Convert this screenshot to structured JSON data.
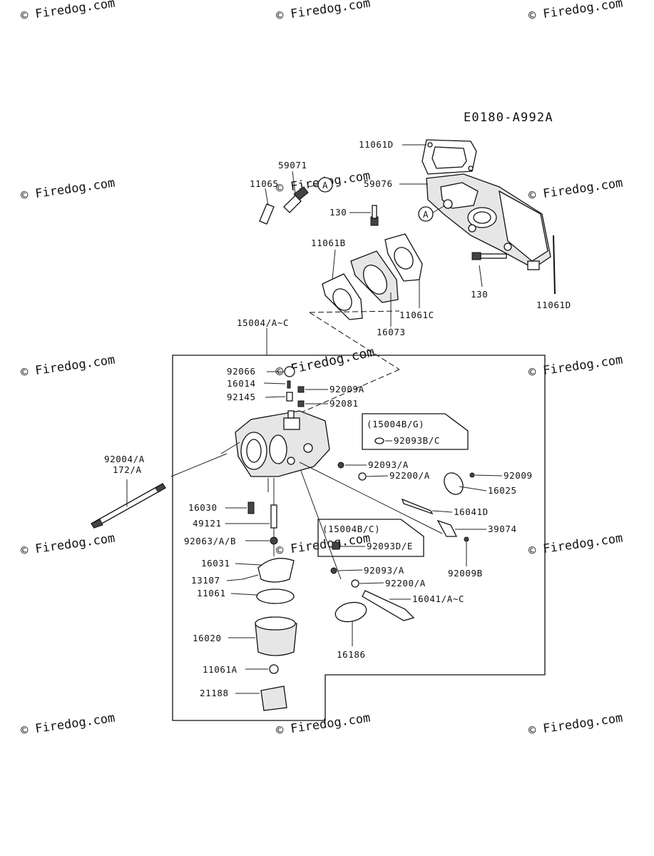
{
  "diagram_code": "E0180-A992A",
  "watermark": "© Firedog.com",
  "callout_symbol": "A",
  "labels": {
    "p11061D_top": "11061D",
    "p59071": "59071",
    "p11065": "11065",
    "p59076": "59076",
    "p130_top": "130",
    "p11061B": "11061B",
    "p130_bottom": "130",
    "p11061D_right": "11061D",
    "p11061C": "11061C",
    "p16073": "16073",
    "p15004": "15004/A~C",
    "p92066": "92066",
    "p16014": "16014",
    "p92009A": "92009A",
    "p92145": "92145",
    "p92081": "92081",
    "note_b_g": "(15004B/G)",
    "p92093BC": "92093B/C",
    "p92004": "92004/A",
    "p172": "172/A",
    "p92093A_1": "92093/A",
    "p92009": "92009",
    "p92200A_1": "92200/A",
    "p16025": "16025",
    "p16030": "16030",
    "p16041D": "16041D",
    "p49121": "49121",
    "note_b_c": "(15004B/C)",
    "p39074": "39074",
    "p92063": "92063/A/B",
    "p92093DE": "92093D/E",
    "p92009B": "92009B",
    "p16031": "16031",
    "p92093A_2": "92093/A",
    "p13107": "13107",
    "p92200A_2": "92200/A",
    "p11061": "11061",
    "p16041AC": "16041/A~C",
    "p16020": "16020",
    "p16186": "16186",
    "p11061A": "11061A",
    "p21188": "21188"
  }
}
